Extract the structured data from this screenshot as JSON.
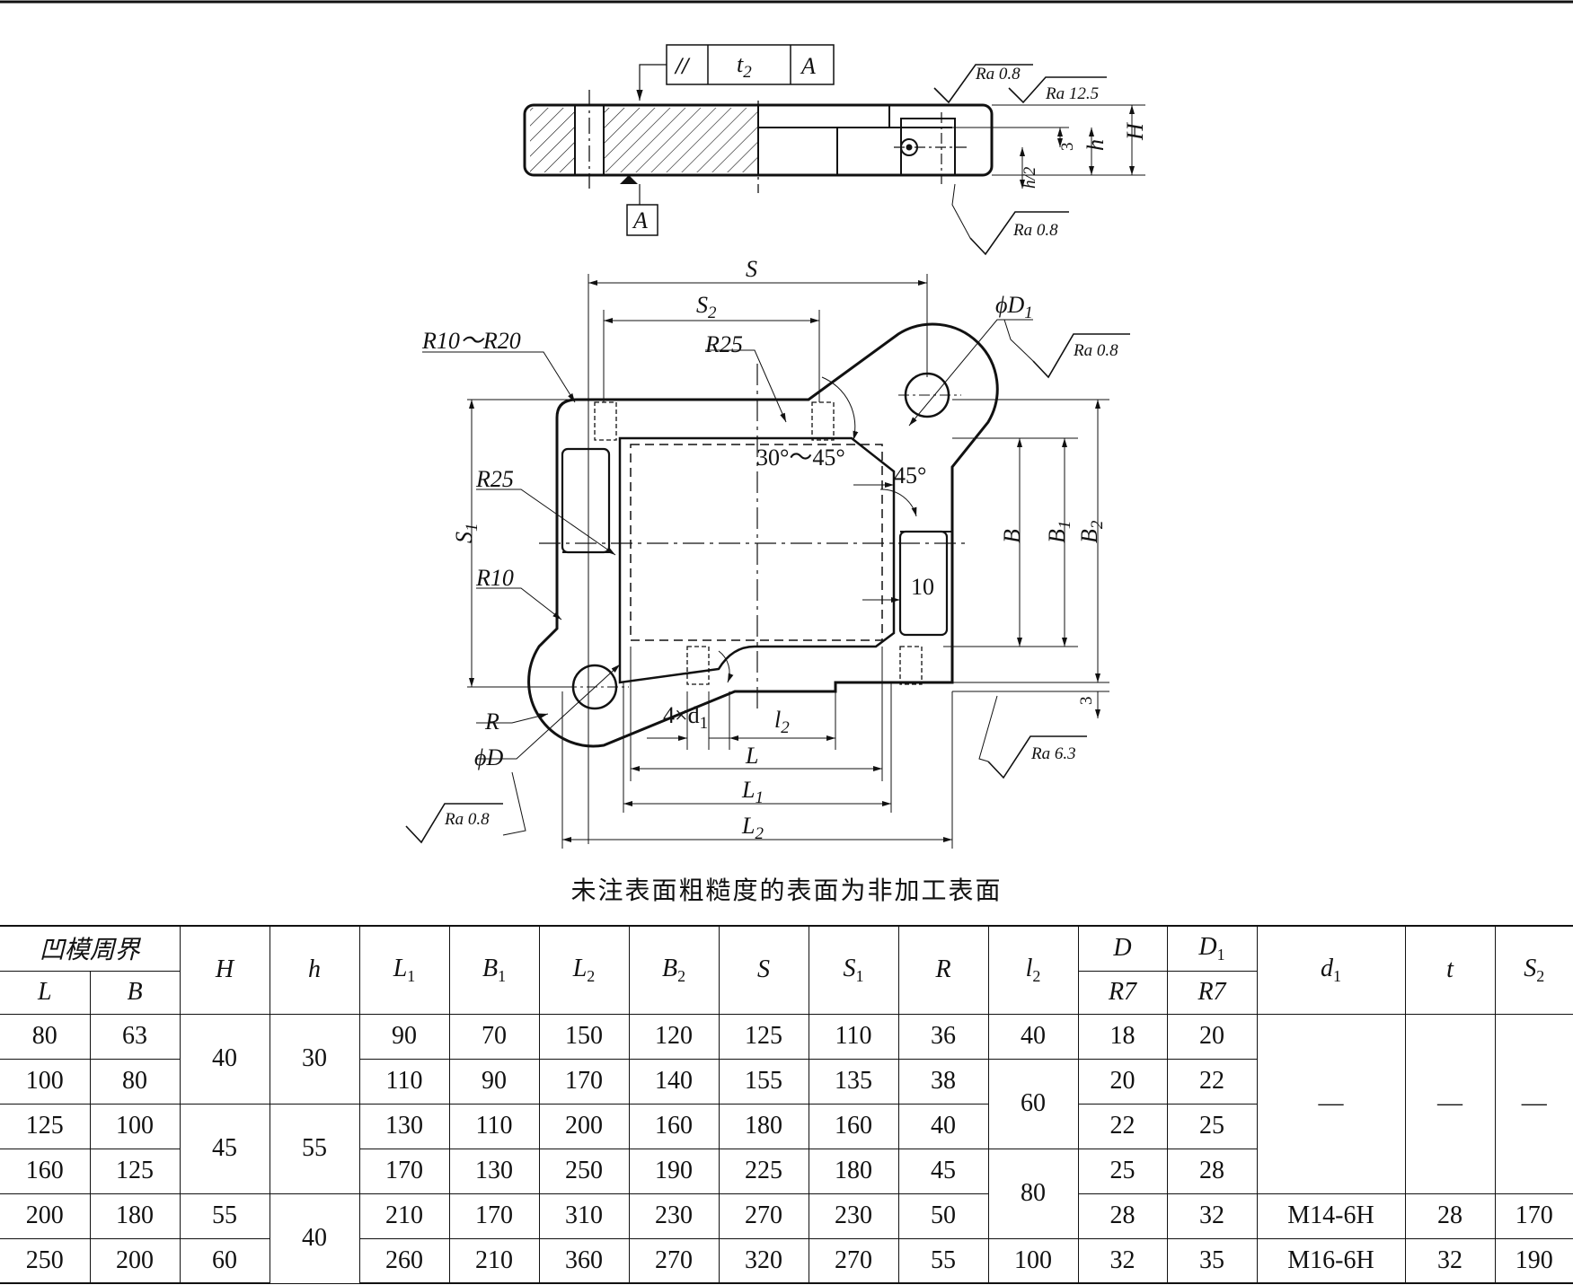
{
  "drawing": {
    "gtol": {
      "symbol": "//",
      "tolerance": "t",
      "tolerance_sub": "2",
      "datum": "A"
    },
    "datum_label": "A",
    "roughness": [
      "Ra 0.8",
      "Ra 12.5",
      "Ra 0.8",
      "Ra 0.8",
      "Ra 6.3",
      "Ra 0.8"
    ],
    "dims": {
      "S": "S",
      "S2": "S",
      "S2_sub": "2",
      "S1": "S",
      "S1_sub": "1",
      "B": "B",
      "B1": "B",
      "B1_sub": "1",
      "B2": "B",
      "B2_sub": "2",
      "L": "L",
      "L1": "L",
      "L1_sub": "1",
      "L2": "L",
      "L2_sub": "2",
      "l2": "l",
      "l2_sub": "2",
      "d1": "4×d",
      "d1_sub": "1",
      "R": "R",
      "phiD": "ϕD",
      "phiD1": "ϕD",
      "phiD1_sub": "1",
      "H": "H",
      "h": "h",
      "h_half": "h/2",
      "three": "3",
      "three_b": "3",
      "r10_20": "R10～R20",
      "r25_a": "R25",
      "r25_b": "R25",
      "r10": "R10",
      "angle_a": "30°～45°",
      "angle_b": "45°",
      "ten": "10"
    }
  },
  "caption": "未注表面粗糙度的表面为非加工表面",
  "table": {
    "group_header": "凹模周界",
    "headers": {
      "L": "L",
      "B": "B",
      "H": "H",
      "h": "h",
      "L1": "L",
      "L1_sub": "1",
      "B1": "B",
      "B1_sub": "1",
      "L2": "L",
      "L2_sub": "2",
      "B2": "B",
      "B2_sub": "2",
      "S": "S",
      "S1": "S",
      "S1_sub": "1",
      "R": "R",
      "l2": "l",
      "l2_sub": "2",
      "D": "D",
      "D_tol": "R7",
      "D1": "D",
      "D1_sub": "1",
      "D1_tol": "R7",
      "d1": "d",
      "d1_sub": "1",
      "t": "t",
      "S2": "S",
      "S2_sub": "2"
    },
    "rows": [
      {
        "L": "80",
        "B": "63",
        "L1": "90",
        "B1": "70",
        "L2": "150",
        "B2": "120",
        "S": "125",
        "S1": "110",
        "R": "36",
        "D": "18",
        "D1": "20"
      },
      {
        "L": "100",
        "B": "80",
        "L1": "110",
        "B1": "90",
        "L2": "170",
        "B2": "140",
        "S": "155",
        "S1": "135",
        "R": "38",
        "D": "20",
        "D1": "22"
      },
      {
        "L": "125",
        "B": "100",
        "L1": "130",
        "B1": "110",
        "L2": "200",
        "B2": "160",
        "S": "180",
        "S1": "160",
        "R": "40",
        "D": "22",
        "D1": "25"
      },
      {
        "L": "160",
        "B": "125",
        "L1": "170",
        "B1": "130",
        "L2": "250",
        "B2": "190",
        "S": "225",
        "S1": "180",
        "R": "45",
        "D": "25",
        "D1": "28"
      },
      {
        "L": "200",
        "B": "180",
        "L1": "210",
        "B1": "170",
        "L2": "310",
        "B2": "230",
        "S": "270",
        "S1": "230",
        "R": "50",
        "D": "28",
        "D1": "32",
        "d1": "M14-6H",
        "t": "28",
        "S2": "170"
      },
      {
        "L": "250",
        "B": "200",
        "L1": "260",
        "B1": "210",
        "L2": "360",
        "B2": "270",
        "S": "320",
        "S1": "270",
        "R": "55",
        "D": "32",
        "D1": "35",
        "d1": "M16-6H",
        "t": "32",
        "S2": "190"
      }
    ],
    "merged": {
      "H_40": "40",
      "H_45": "45",
      "H_55": "55",
      "H_60": "60",
      "h_30": "30",
      "h_55": "55",
      "h_40": "40",
      "l2_40": "40",
      "l2_60": "60",
      "l2_80": "80",
      "l2_100": "100",
      "dash_d1": "—",
      "dash_t": "—",
      "dash_S2": "—"
    }
  }
}
